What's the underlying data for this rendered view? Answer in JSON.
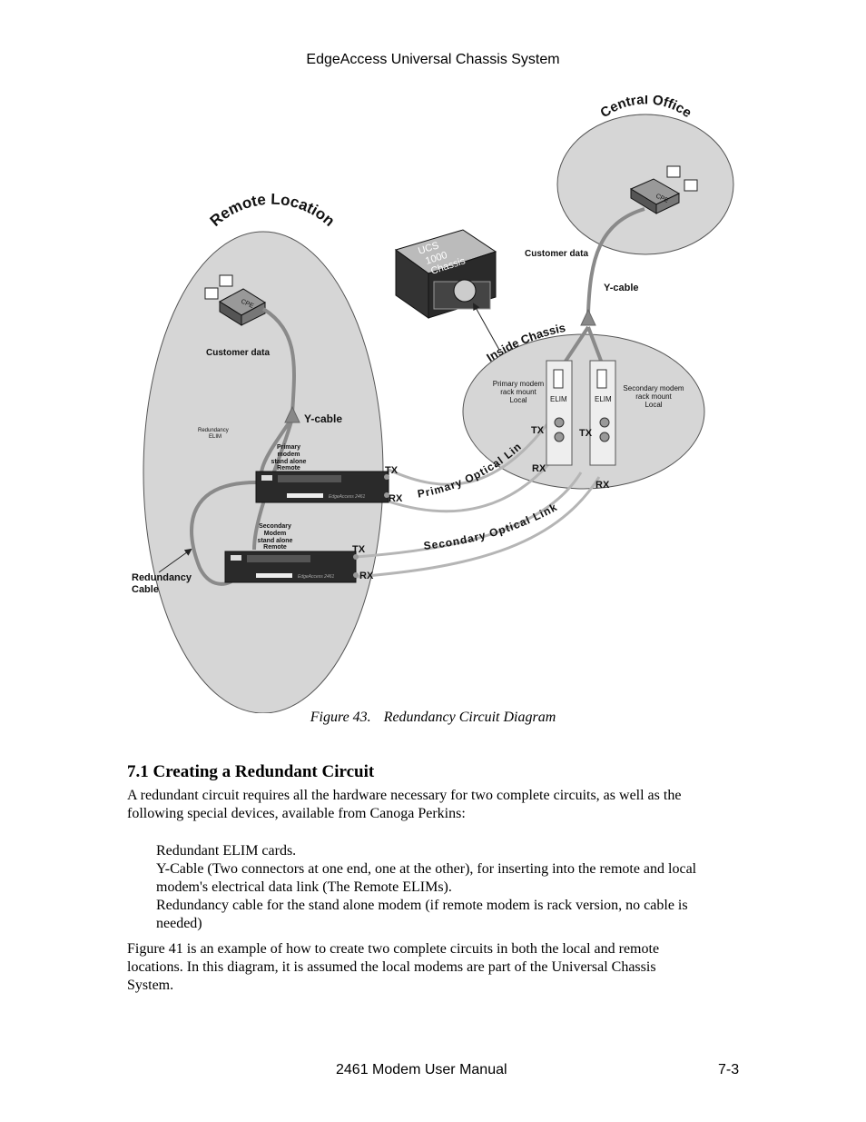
{
  "header": {
    "title": "EdgeAccess Universal Chassis System"
  },
  "figure": {
    "labels": {
      "central_office": "Central Office",
      "remote_location": "Remote Location",
      "ucs": "UCS",
      "ucs_1000": "1000",
      "ucs_chassis": "Chassis",
      "customer_data_co": "Customer data",
      "y_cable_co": "Y-cable",
      "inside_chassis": "Inside Chassis",
      "customer_data_remote": "Customer data",
      "y_cable_remote": "Y-cable",
      "redundancy_elim_1": "Redundancy",
      "redundancy_elim_2": "ELIM",
      "primary_remote_1": "Primary",
      "primary_remote_2": "modem",
      "primary_remote_3": "stand alone",
      "primary_remote_4": "Remote",
      "secondary_remote_1": "Secondary",
      "secondary_remote_2": "Modem",
      "secondary_remote_3": "stand alone",
      "secondary_remote_4": "Remote",
      "redundancy_cable_1": "Redundancy",
      "redundancy_cable_2": "Cable",
      "primary_local_1": "Primary modem",
      "primary_local_2": "rack mount",
      "primary_local_3": "Local",
      "secondary_local_1": "Secondary modem",
      "secondary_local_2": "rack mount",
      "secondary_local_3": "Local",
      "elim_1": "ELIM",
      "elim_2": "ELIM",
      "tx": "TX",
      "rx": "RX",
      "primary_link": "Primary Optical Link",
      "secondary_link": "Secondary Optical Link",
      "cpe": "CPE",
      "device_brand": "EdgeAccess 2461"
    },
    "caption_number": "Figure 43.",
    "caption_title": "Redundancy Circuit Diagram"
  },
  "section": {
    "title": "7.1  Creating a Redundant Circuit",
    "intro_line1": "A redundant circuit requires all the hardware necessary for two complete circuits, as well as the",
    "intro_line2": "following special devices, available from Canoga Perkins:",
    "items": [
      "Redundant ELIM cards.",
      "Y-Cable (Two connectors at one end, one at the other), for inserting into the remote and local",
      "modem's electrical data link (The Remote ELIMs).",
      "Redundancy cable for the stand alone modem (if remote modem is rack version, no cable is",
      "needed)"
    ],
    "closing_line1": "Figure 41 is an example of how to create two complete circuits in both the local and remote",
    "closing_line2": "locations. In this diagram, it is assumed the local modems are part of the Universal Chassis",
    "closing_line3": "System."
  },
  "footer": {
    "title": "2461 Modem User Manual",
    "page": "7-3"
  }
}
